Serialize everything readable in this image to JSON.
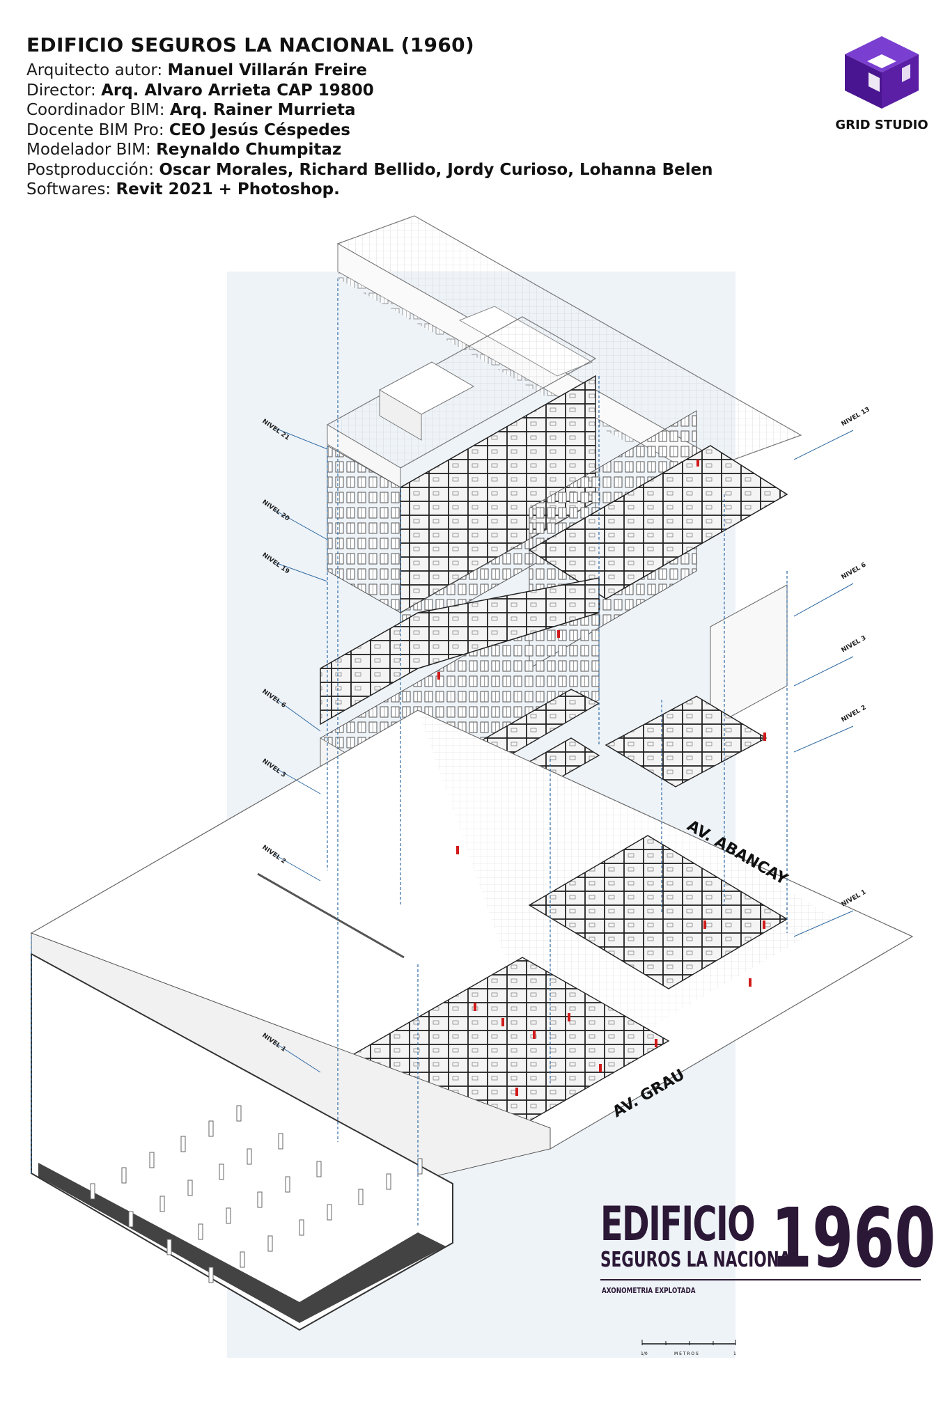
{
  "credits": {
    "title": "EDIFICIO SEGUROS LA NACIONAL (1960)",
    "lines": [
      {
        "key": "Arquitecto autor: ",
        "value": "Manuel Villarán Freire"
      },
      {
        "key": "Director: ",
        "value": "Arq. Alvaro Arrieta CAP 19800"
      },
      {
        "key": "Coordinador BIM: ",
        "value": "Arq. Rainer Murrieta"
      },
      {
        "key": "Docente BIM Pro: ",
        "value": "CEO Jesús Céspedes"
      },
      {
        "key": "Modelador BIM: ",
        "value": "Reynaldo Chumpitaz"
      },
      {
        "key": "Postproducción: ",
        "value": "Oscar Morales, Richard Bellido, Jordy Curioso, Lohanna Belen"
      },
      {
        "key": "Softwares: ",
        "value": "Revit 2021 + Photoshop."
      }
    ]
  },
  "logo": {
    "text": "GRID STUDIO",
    "color": "#5b1fa6",
    "icon": "grid-studio-cube-icon"
  },
  "levels_left": [
    "NIVEL 21",
    "NIVEL 20",
    "NIVEL 19",
    "NIVEL 6",
    "NIVEL 3",
    "NIVEL 2",
    "NIVEL 1"
  ],
  "levels_right": [
    "NIVEL 13",
    "NIVEL 6",
    "NIVEL 3",
    "NIVEL 2",
    "NIVEL 1"
  ],
  "streets": {
    "top": "AV. ABANCAY",
    "bottom": "AV. GRAU"
  },
  "title_block": {
    "edificio": "EDIFICIO",
    "seguros": "SEGUROS LA NACIONAL",
    "year": "1960",
    "subtitle": "AXONOMETRIA EXPLOTADA",
    "color": "#2b1736"
  },
  "scale_bar": {
    "labels": [
      "1/0",
      "M E T R O S",
      "1"
    ]
  },
  "colors": {
    "accent_people": "#d11a1a",
    "guide_lines": "#2f6aa3",
    "backdrop": "#eef3f8"
  }
}
